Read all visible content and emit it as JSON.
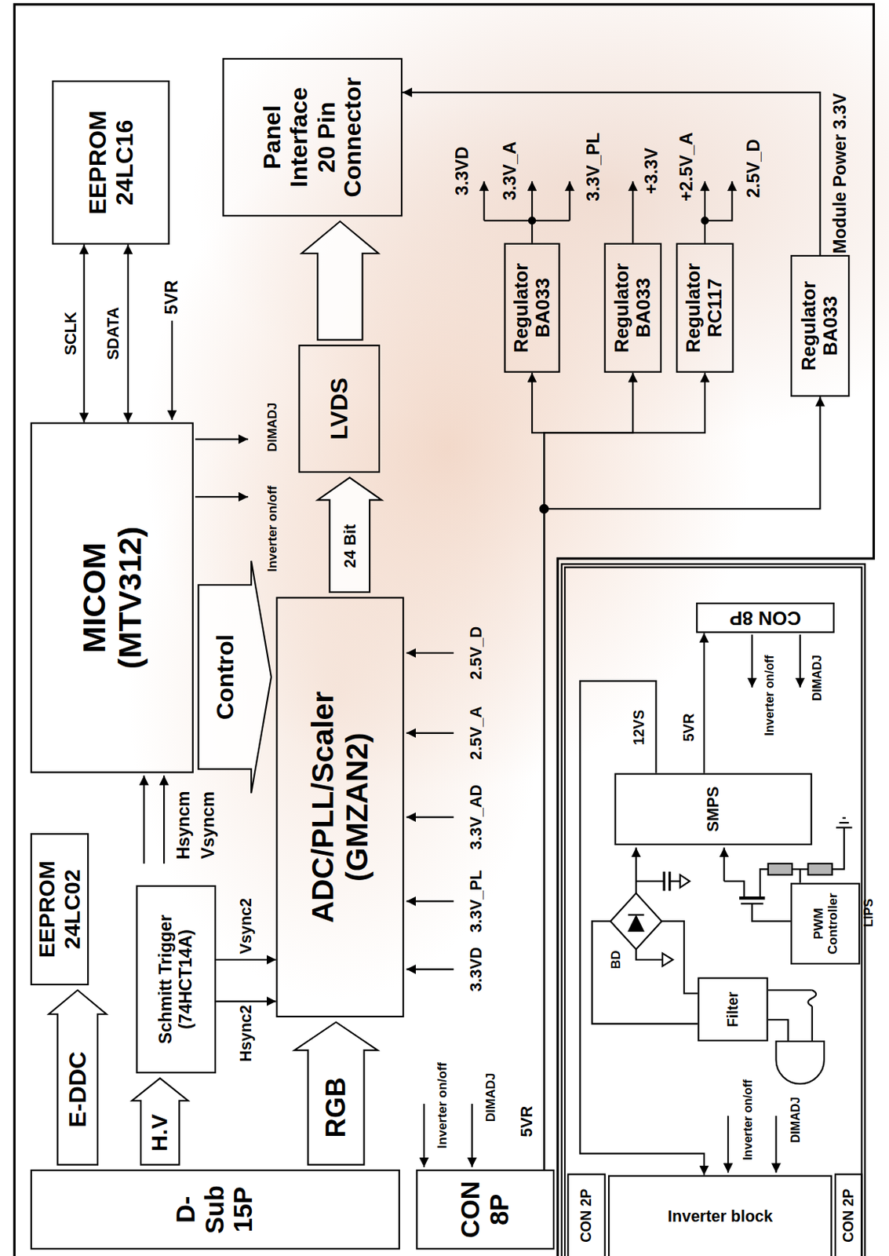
{
  "diagram": {
    "nodes": [
      {
        "text": [
          "D-Sub 15P"
        ]
      },
      {
        "text": [
          "CON 8P"
        ]
      },
      {
        "text": [
          "EEPROM 24LC02"
        ]
      },
      {
        "text": [
          "Schmitt Trigger (74HCT14A)"
        ]
      },
      {
        "text": [
          "MICOM (MTV312)"
        ]
      },
      {
        "text": [
          "ADC/PLL/Scaler (GMZAN2)"
        ]
      },
      {
        "text": [
          "LVDS"
        ]
      },
      {
        "text": [
          "EEPROM 24LC16"
        ]
      },
      {
        "text": [
          "Panel Interface 20 Pin Connector"
        ]
      },
      {
        "text": [
          "Regulator BA033"
        ]
      },
      {
        "text": [
          "Regulator BA033"
        ]
      },
      {
        "text": [
          "Regulator RC117"
        ]
      },
      {
        "text": [
          "Regulator BA033"
        ]
      },
      {
        "text": [
          "LIPS"
        ]
      },
      {
        "text": [
          "Inverter block"
        ],
        "in": 13
      },
      {
        "text": [
          "CON 2P"
        ],
        "in": 13
      },
      {
        "text": [
          "CON 2P"
        ],
        "in": 13
      },
      {
        "text": [
          "Filter"
        ],
        "in": 13
      },
      {
        "text": [
          "PWM Controller"
        ],
        "in": 13
      },
      {
        "text": [
          "SMPS"
        ],
        "in": 13
      },
      {
        "text": [
          "CON 8P"
        ],
        "in": 13
      }
    ],
    "edges": [
      {
        "from": 0,
        "to": 2,
        "label": "E-DDC",
        "arrow": "to"
      },
      {
        "from": 0,
        "to": 3,
        "label": "H.V",
        "arrow": "to"
      },
      {
        "from": 0,
        "to": 5,
        "label": "RGB",
        "arrow": "to"
      },
      {
        "from": 3,
        "to": 5,
        "label": "Hsync2",
        "arrow": "to"
      },
      {
        "from": 3,
        "to": 5,
        "label": "Vsync2",
        "arrow": "to"
      },
      {
        "from": 4,
        "to": 5,
        "label": "Control",
        "arrow": "to"
      },
      {
        "from": 4,
        "to": 7,
        "label": "SCLK",
        "arrow": "both"
      },
      {
        "from": 4,
        "to": 7,
        "label": "SDATA",
        "arrow": "both"
      },
      {
        "from": 5,
        "to": 6,
        "label": "24 Bit",
        "arrow": "to"
      },
      {
        "from": 6,
        "to": 8,
        "arrow": "to"
      },
      {
        "from": 1,
        "to": 9,
        "arrow": "to"
      },
      {
        "from": 1,
        "to": 10,
        "arrow": "to"
      },
      {
        "from": 1,
        "to": 11,
        "arrow": "to"
      },
      {
        "from": 1,
        "to": 12,
        "arrow": "to"
      },
      {
        "from": 12,
        "to": 8,
        "label": "Module Power 3.3V",
        "arrow": "to"
      },
      {
        "from": 19,
        "to": 14,
        "label": "12VS",
        "arrow": "to"
      },
      {
        "from": 19,
        "to": 20,
        "label": "5VR",
        "arrow": "to"
      }
    ],
    "labels": [
      "Hsyncm",
      "Vsyncm",
      "5VR",
      "Inverter on/off",
      "DIMADJ",
      "Inverter on/off",
      "DIMADJ",
      "5VR",
      "3.3VD",
      "3.3V_PL",
      "3.3V_AD",
      "2.5V_A",
      "2.5V_D",
      "3.3VD",
      "3.3V_A",
      "3.3V_PL",
      "+3.3V",
      "+2.5V_A",
      "2.5V_D",
      "BD",
      "Inverter on/off",
      "DIMADJ",
      "Inverter on/off",
      "DIMADJ"
    ]
  }
}
